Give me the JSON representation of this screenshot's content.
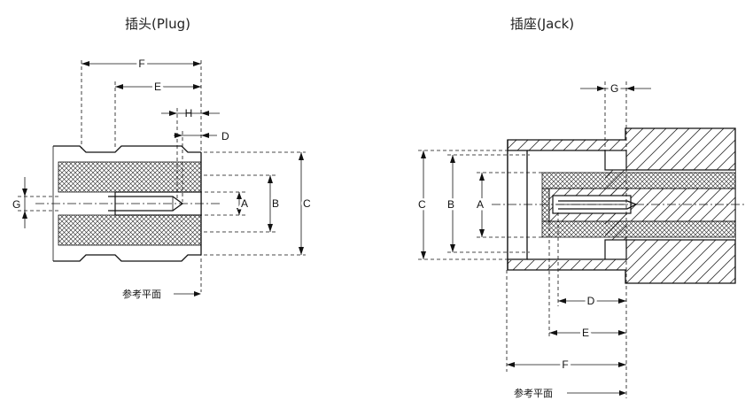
{
  "plug": {
    "title": "插头(Plug)",
    "labels": {
      "F": "F",
      "E": "E",
      "H": "H",
      "D": "D",
      "G": "G",
      "A": "A",
      "B": "B",
      "C": "C"
    },
    "reference_plane": "参考平面"
  },
  "jack": {
    "title": "插座(Jack)",
    "labels": {
      "G": "G",
      "C": "C",
      "B": "B",
      "A": "A",
      "D": "D",
      "E": "E",
      "F": "F"
    },
    "reference_plane": "参考平面"
  }
}
